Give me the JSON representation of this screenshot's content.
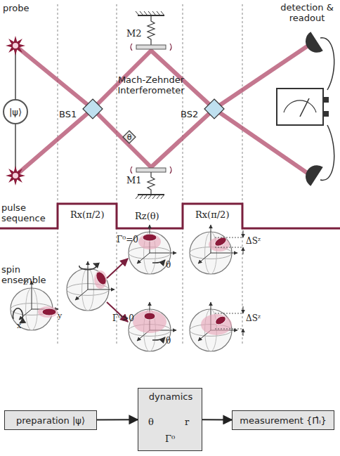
{
  "diagram": {
    "nodes": [
      {
        "text": [
          "|ψ⟩"
        ]
      },
      {
        "text": [
          "BS1"
        ]
      },
      {
        "text": [
          "θ"
        ]
      },
      {
        "text": [
          "BS2"
        ]
      },
      {
        "text": [
          "preparation |ψ⟩"
        ]
      },
      {
        "text": [
          "dynamics",
          "θ",
          "r",
          "Γ⁰"
        ]
      },
      {
        "text": [
          "measurement {Π̂ᵢ}"
        ]
      }
    ],
    "edges": [
      {
        "from": 4,
        "to": 5,
        "arrow": "to"
      },
      {
        "from": 5,
        "to": 6,
        "arrow": "to"
      }
    ],
    "labels": [
      "probe",
      "detection & readout",
      "Mach-Zehnder Interferometer",
      "M2",
      "M1",
      "pulse sequence",
      "Rx(π/2)",
      "Rz(θ)",
      "Rx(π/2)",
      "spin ensemble",
      "z",
      "x",
      "y",
      "Γ⁰=0",
      "Γ⁰>0",
      "θ",
      "θ",
      "ΔSᶻ",
      "ΔSᶻ"
    ]
  }
}
